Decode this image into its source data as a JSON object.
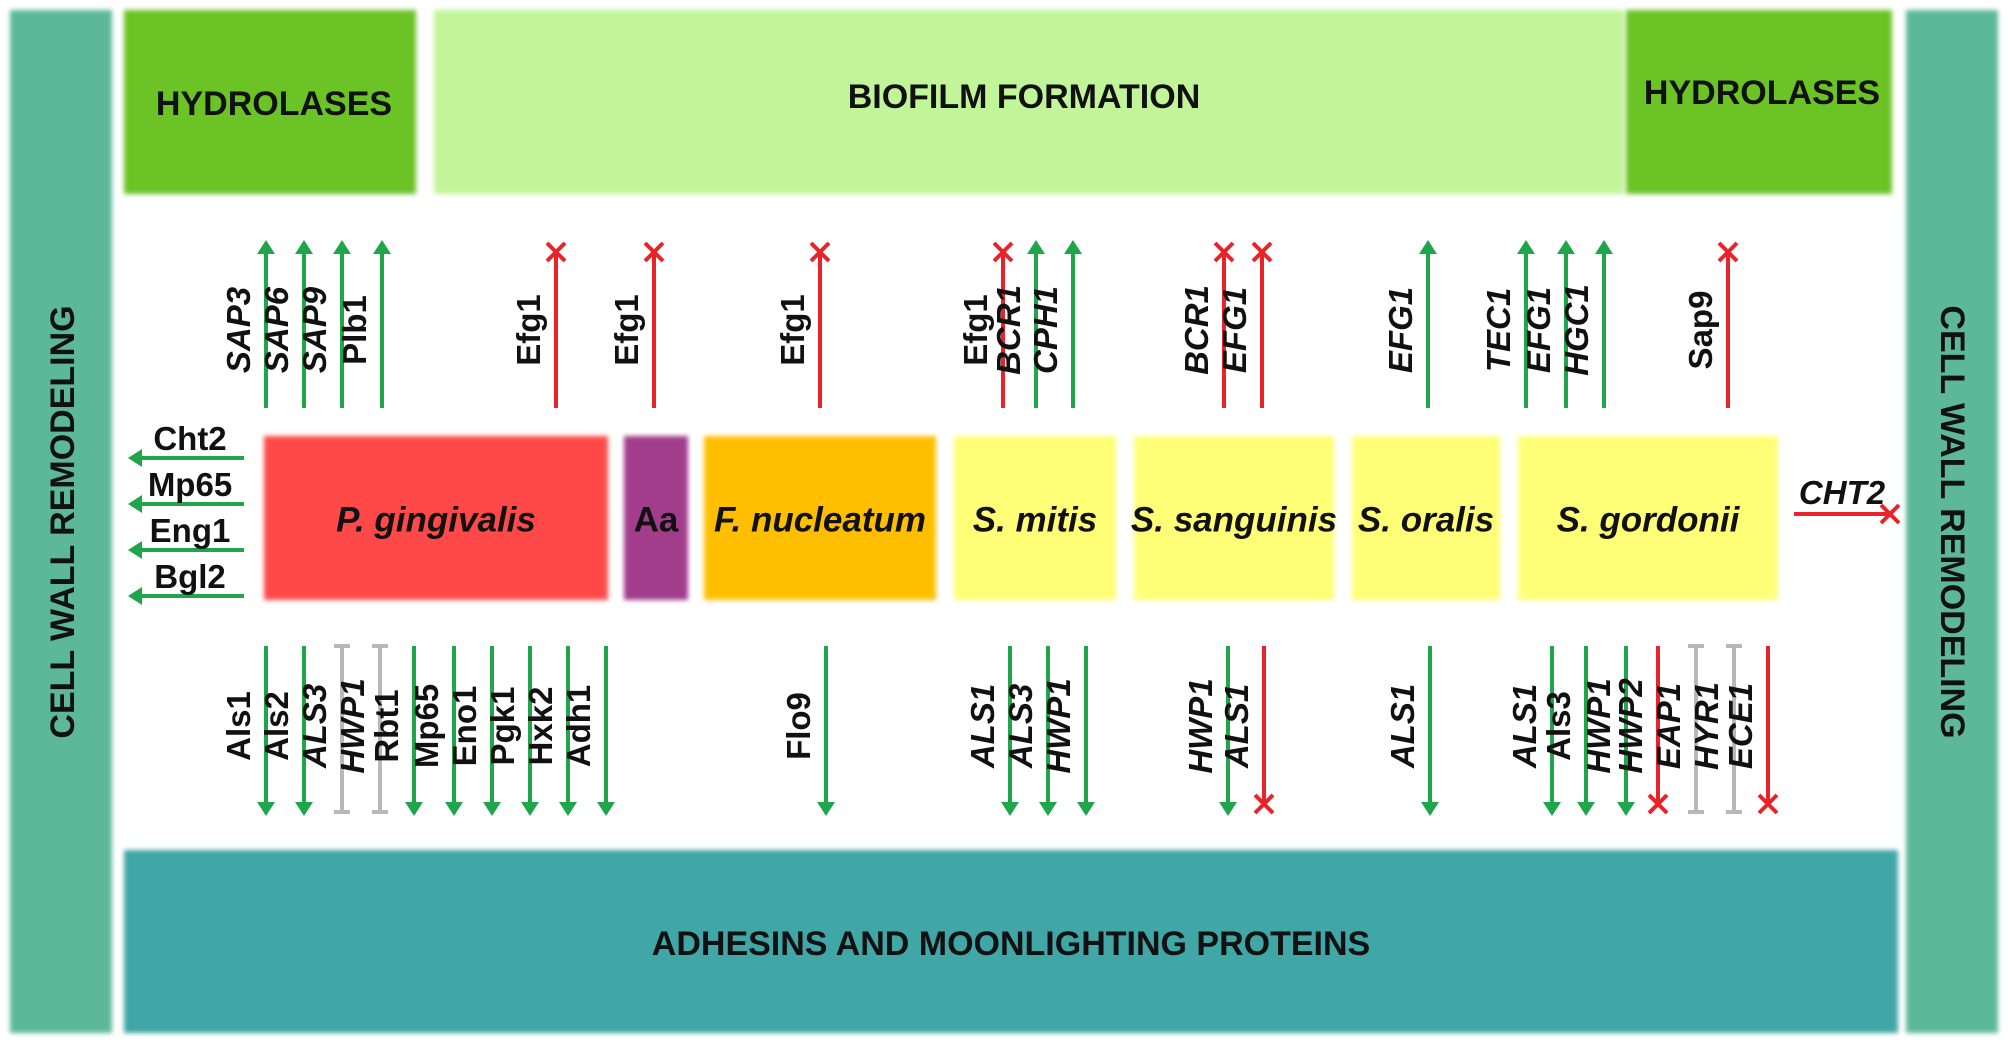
{
  "bands": {
    "hydrolases_left": "HYDROLASES",
    "biofilm": "BIOFILM FORMATION",
    "hydrolases_right": "HYDROLASES",
    "adhesins": "ADHESINS AND MOONLIGHTING PROTEINS",
    "cell_wall_left": "CELL WALL REMODELING",
    "cell_wall_right": "CELL WALL REMODELING"
  },
  "colors": {
    "hydrolases": "#6cc328",
    "biofilm": "#c2f59a",
    "adhesins": "#40a6a6",
    "cell_wall": "#5db89a",
    "up_arrow": "#1fa64a",
    "inhibited": "#e8242a",
    "no_effect": "#b8b8b8"
  },
  "organisms": [
    {
      "id": "pg",
      "label": "P. gingivalis",
      "italic": true,
      "color": "#ff4848"
    },
    {
      "id": "aa",
      "label": "Aa",
      "italic": false,
      "color": "#a23d8b"
    },
    {
      "id": "fn",
      "label": "F. nucleatum",
      "italic": true,
      "color": "#ffbf00"
    },
    {
      "id": "smi",
      "label": "S. mitis",
      "italic": true,
      "color": "#ffff77"
    },
    {
      "id": "ssa",
      "label": "S. sanguinis",
      "italic": true,
      "color": "#ffff77"
    },
    {
      "id": "sor",
      "label": "S. oralis",
      "italic": true,
      "color": "#ffff77"
    },
    {
      "id": "sgo",
      "label": "S. gordonii",
      "italic": true,
      "color": "#ffff77"
    }
  ],
  "left_genes": [
    {
      "label": "Cht2",
      "italic": false,
      "effect": "up"
    },
    {
      "label": "Mp65",
      "italic": false,
      "effect": "up"
    },
    {
      "label": "Eng1",
      "italic": false,
      "effect": "up"
    },
    {
      "label": "Bgl2",
      "italic": false,
      "effect": "up"
    }
  ],
  "right_genes": [
    {
      "label": "CHT2",
      "italic": true,
      "effect": "down"
    }
  ],
  "top_groups": [
    {
      "organism": "pg",
      "genes": [
        {
          "label": "SAP3",
          "italic": true,
          "effect": "up"
        },
        {
          "label": "SAP6",
          "italic": true,
          "effect": "up"
        },
        {
          "label": "SAP9",
          "italic": true,
          "effect": "up"
        },
        {
          "label": "Plb1",
          "italic": false,
          "effect": "up"
        }
      ]
    },
    {
      "organism": "pg",
      "genes": [
        {
          "label": "Efg1",
          "italic": false,
          "effect": "down"
        }
      ]
    },
    {
      "organism": "aa",
      "genes": [
        {
          "label": "Efg1",
          "italic": false,
          "effect": "down"
        }
      ]
    },
    {
      "organism": "fn",
      "genes": [
        {
          "label": "Efg1",
          "italic": false,
          "effect": "down"
        }
      ]
    },
    {
      "organism": "smi",
      "genes": [
        {
          "label": "Efg1",
          "italic": false,
          "effect": "down"
        },
        {
          "label": "BCR1",
          "italic": true,
          "effect": "up"
        },
        {
          "label": "CPH1",
          "italic": true,
          "effect": "up"
        }
      ]
    },
    {
      "organism": "ssa",
      "genes": [
        {
          "label": "BCR1",
          "italic": true,
          "effect": "down"
        },
        {
          "label": "EFG1",
          "italic": true,
          "effect": "down"
        }
      ]
    },
    {
      "organism": "sor",
      "genes": [
        {
          "label": "EFG1",
          "italic": true,
          "effect": "up"
        }
      ]
    },
    {
      "organism": "sgo",
      "genes": [
        {
          "label": "TEC1",
          "italic": true,
          "effect": "up"
        },
        {
          "label": "EFG1",
          "italic": true,
          "effect": "up"
        },
        {
          "label": "HGC1",
          "italic": true,
          "effect": "up"
        }
      ]
    },
    {
      "organism": "sgo",
      "genes": [
        {
          "label": "Sap9",
          "italic": false,
          "effect": "down"
        }
      ]
    }
  ],
  "bottom_groups": [
    {
      "organism": "pg",
      "genes": [
        {
          "label": "Als1",
          "italic": false,
          "effect": "up"
        },
        {
          "label": "Als2",
          "italic": false,
          "effect": "up"
        },
        {
          "label": "ALS3",
          "italic": true,
          "effect": "none"
        },
        {
          "label": "HWP1",
          "italic": true,
          "effect": "none"
        },
        {
          "label": "Rbt1",
          "italic": false,
          "effect": "up"
        },
        {
          "label": "Mp65",
          "italic": false,
          "effect": "up"
        },
        {
          "label": "Eno1",
          "italic": false,
          "effect": "up"
        },
        {
          "label": "Pgk1",
          "italic": false,
          "effect": "up"
        },
        {
          "label": "Hxk2",
          "italic": false,
          "effect": "up"
        },
        {
          "label": "Adh1",
          "italic": false,
          "effect": "up"
        }
      ]
    },
    {
      "organism": "fn",
      "genes": [
        {
          "label": "Flo9",
          "italic": false,
          "effect": "up"
        }
      ]
    },
    {
      "organism": "smi",
      "genes": [
        {
          "label": "ALS1",
          "italic": true,
          "effect": "up"
        },
        {
          "label": "ALS3",
          "italic": true,
          "effect": "up"
        },
        {
          "label": "HWP1",
          "italic": true,
          "effect": "up"
        }
      ]
    },
    {
      "organism": "ssa",
      "genes": [
        {
          "label": "HWP1",
          "italic": true,
          "effect": "up"
        },
        {
          "label": "ALS1",
          "italic": true,
          "effect": "down"
        }
      ]
    },
    {
      "organism": "sor",
      "genes": [
        {
          "label": "ALS1",
          "italic": true,
          "effect": "up"
        }
      ]
    },
    {
      "organism": "sgo",
      "genes": [
        {
          "label": "ALS1",
          "italic": true,
          "effect": "up"
        },
        {
          "label": "Als3",
          "italic": false,
          "effect": "up"
        },
        {
          "label": "HWP1",
          "italic": true,
          "effect": "up"
        },
        {
          "label": "HWP2",
          "italic": true,
          "effect": "down"
        },
        {
          "label": "EAP1",
          "italic": true,
          "effect": "none"
        },
        {
          "label": "HYR1",
          "italic": true,
          "effect": "none"
        },
        {
          "label": "ECE1",
          "italic": true,
          "effect": "down"
        }
      ]
    }
  ]
}
